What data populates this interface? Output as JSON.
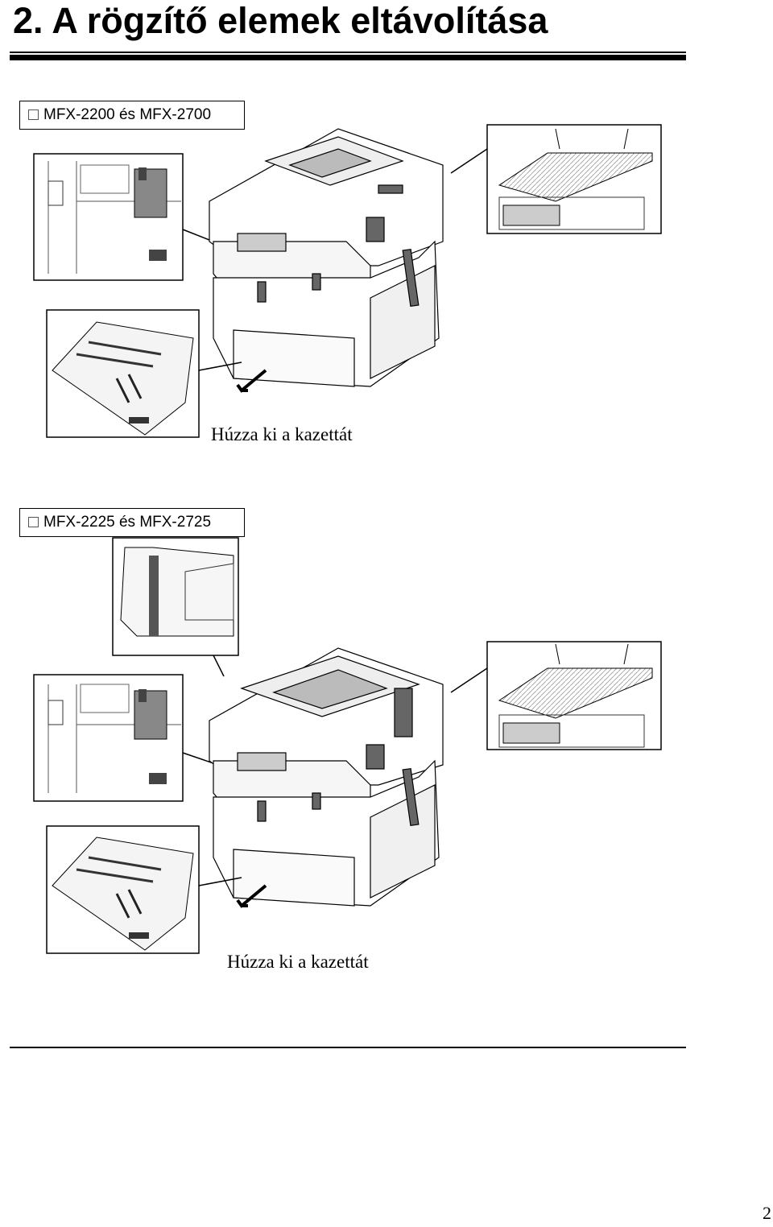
{
  "page": {
    "title": "2. A rögzítő elemek eltávolítása",
    "page_number": "2"
  },
  "sections": [
    {
      "label": "MFX-2200 és MFX-2700",
      "caption": "Húzza ki a kazettát"
    },
    {
      "label": "MFX-2225 és MFX-2725",
      "caption": "Húzza ki a kazettát"
    }
  ]
}
